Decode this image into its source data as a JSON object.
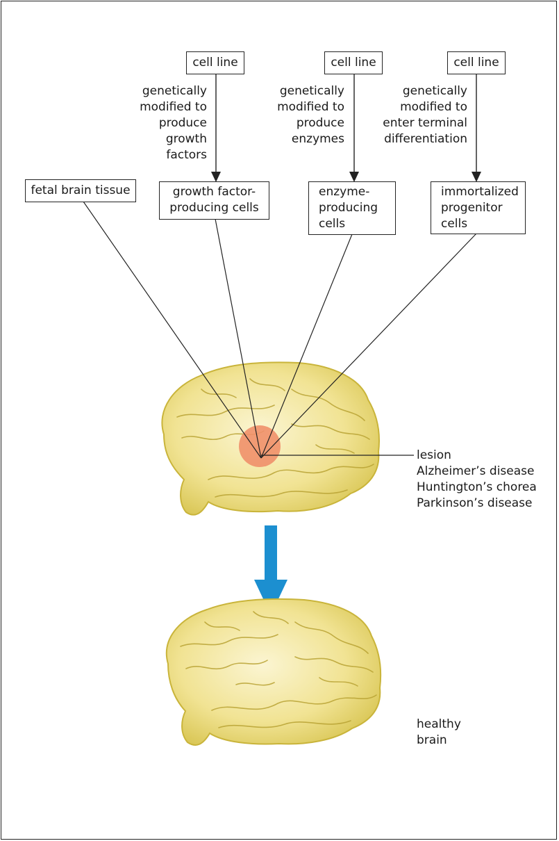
{
  "cell_lines": [
    {
      "label": "cell line",
      "note": "genetically\nmodified to\nproduce\ngrowth\nfactors"
    },
    {
      "label": "cell line",
      "note": "genetically\nmodified to\nproduce\nenzymes"
    },
    {
      "label": "cell line",
      "note": "genetically\nmodified to\nenter terminal\ndifferentiation"
    }
  ],
  "sources": [
    {
      "label": "fetal brain tissue"
    },
    {
      "label": "growth factor-\nproducing cells"
    },
    {
      "label": "enzyme-\nproducing\ncells"
    },
    {
      "label": "immortalized\nprogenitor\ncells"
    }
  ],
  "lesion_labels": [
    "lesion",
    "Alzheimer’s disease",
    "Huntington’s chorea",
    "Parkinson’s disease"
  ],
  "healthy_label": "healthy\nbrain",
  "colors": {
    "brain_fill": "#f1e393",
    "brain_outline": "#c9b43a",
    "lesion": "#f0906a",
    "arrow": "#1c8fd0"
  }
}
